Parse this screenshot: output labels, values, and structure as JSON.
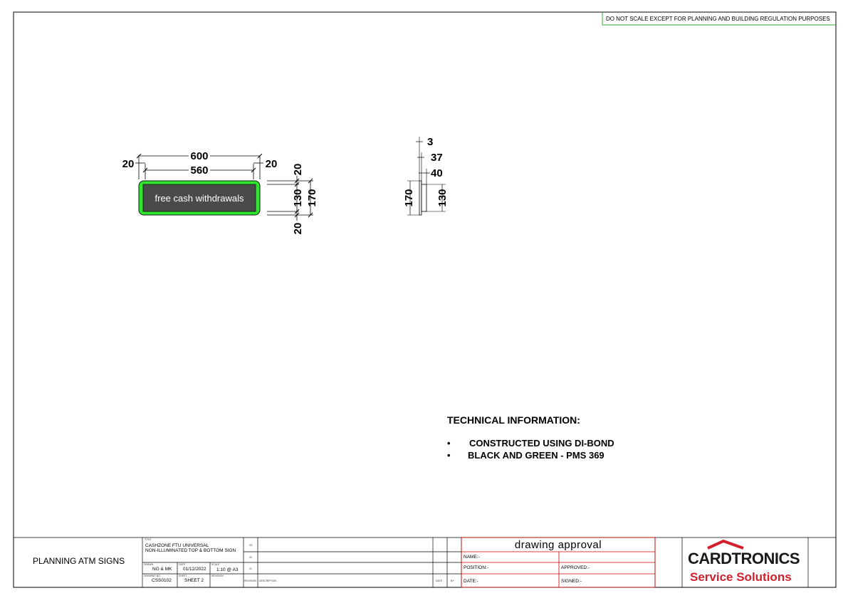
{
  "header": {
    "notice": "DO NOT SCALE EXCEPT FOR PLANNING AND BUILDING REGULATION PURPOSES"
  },
  "front_view": {
    "sign_text": "free cash withdrawals",
    "dim_600": "600",
    "dim_560": "560",
    "dim_left_margin": "20",
    "dim_right_margin": "20",
    "dim_top_border": "20",
    "dim_panel_height": "130",
    "dim_overall_height": "170",
    "dim_bottom_border": "20",
    "colors": {
      "border": "#2ee62e",
      "panel": "#4a4a4a",
      "text": "#ffffff"
    }
  },
  "side_view": {
    "dim_3": "3",
    "dim_37": "37",
    "dim_40": "40",
    "dim_170": "170",
    "dim_130": "130"
  },
  "technical": {
    "title": "TECHNICAL INFORMATION:",
    "items": [
      "CONSTRUCTED USING DI-BOND",
      "BLACK AND GREEN - PMS 369"
    ],
    "bullet": "•"
  },
  "title_block": {
    "project": "PLANNING ATM SIGNS",
    "title_label": "TITLE",
    "title_lines": [
      "CASHZONE FTU UNIVERSAL",
      "NON-ILLUMINATED TOP &  BOTTOM SIGN"
    ],
    "drawn_label": "DRAWN",
    "drawn": "NG & MK",
    "date_label": "DATE",
    "date": "01/12/2022",
    "scale_label": "SCALE",
    "scale": "1:10 @ A3",
    "drawing_no_label": "DRAWING NO.",
    "drawing_no": "CSS0102",
    "sheet_label": "SHEET",
    "sheet": "SHEET 2",
    "revision_label": "REVISION",
    "rev_numbers": [
      "03",
      "02",
      "01"
    ],
    "rev_col_revision": "REVISION",
    "rev_col_description": "DESCRIPTION",
    "rev_col_date": "DATE",
    "rev_col_by": "BY"
  },
  "approval": {
    "heading": "drawing approval",
    "name": "NAME:-",
    "position": "POSITION:-",
    "approved": "APPROVED:-",
    "date": "DATE:-",
    "signed": "SIGNED:-",
    "border_color": "#cc0000"
  },
  "logo": {
    "brand": "CARDTRONICS",
    "tagline": "Service Solutions",
    "brand_color": "#1a1a1a",
    "accent_color": "#d21f2b"
  }
}
